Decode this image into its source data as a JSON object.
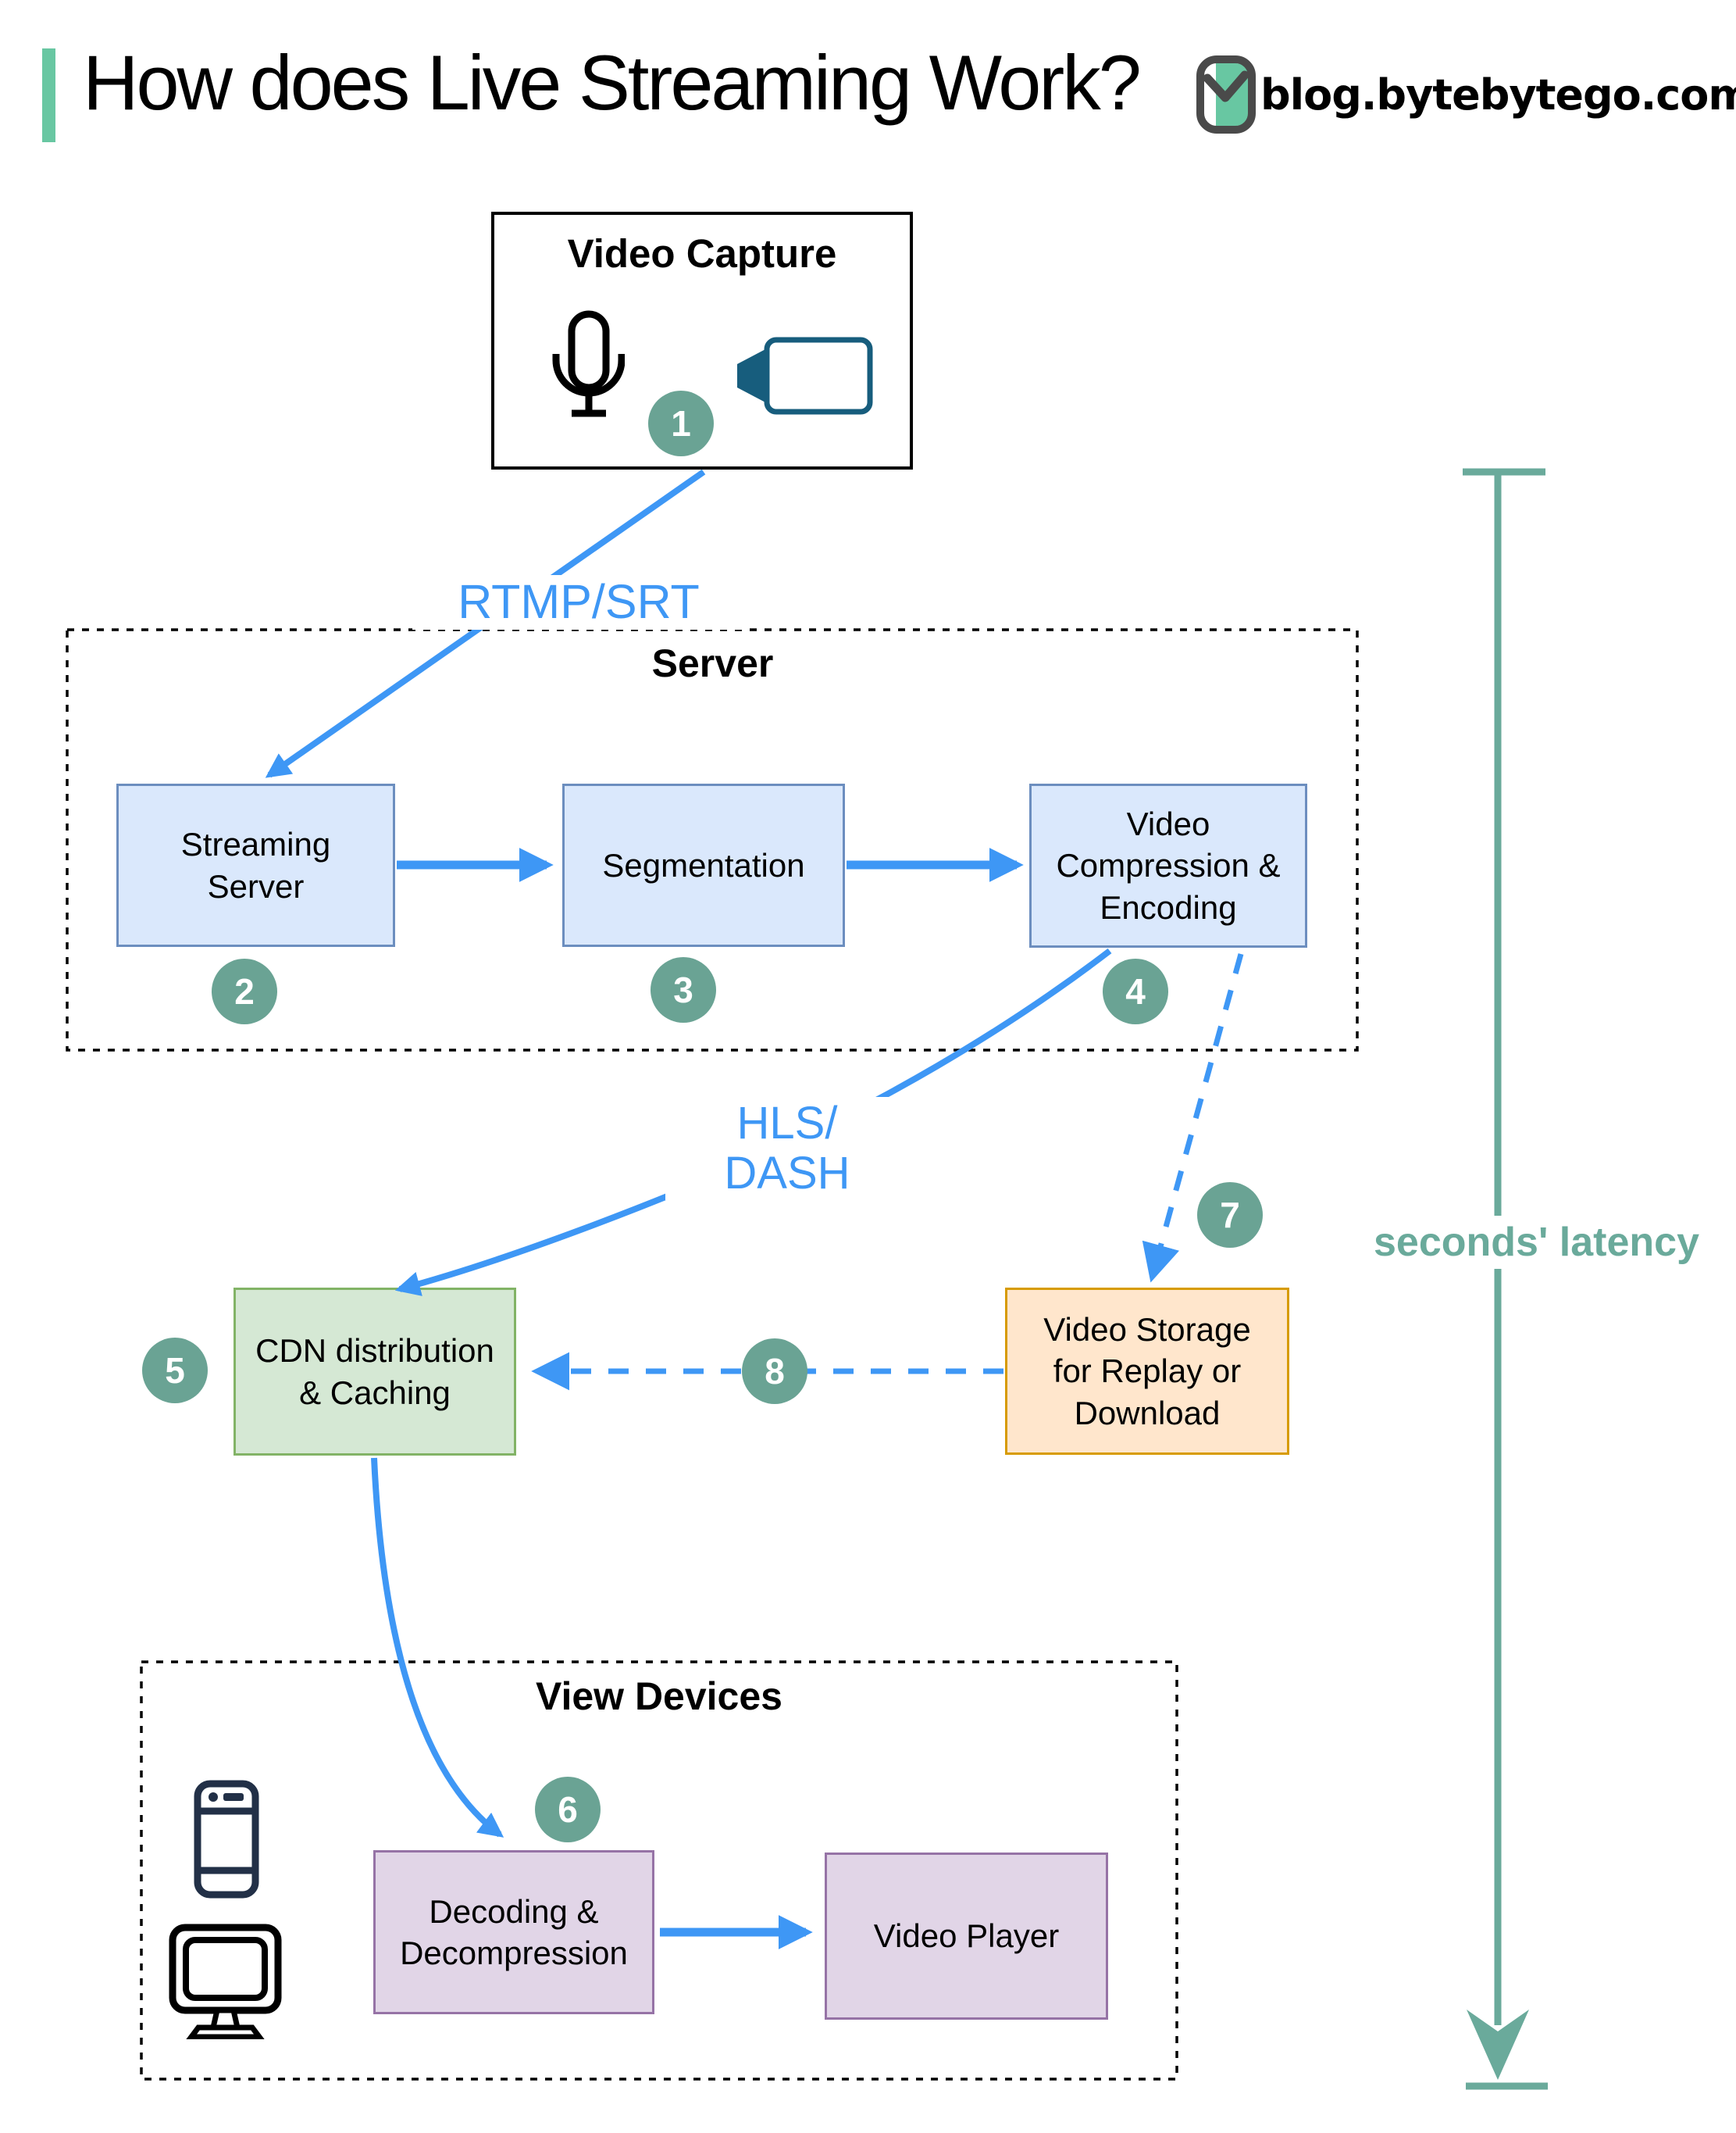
{
  "header": {
    "title": "How does Live Streaming Work?",
    "site": "blog.bytebytego.com"
  },
  "sections": {
    "video_capture": "Video Capture",
    "server": "Server",
    "view_devices": "View Devices"
  },
  "nodes": {
    "streaming_server": "Streaming\nServer",
    "segmentation": "Segmentation",
    "compression": "Video\nCompression &\nEncoding",
    "cdn": "CDN distribution\n& Caching",
    "storage": "Video Storage\nfor Replay or\nDownload",
    "decoding": "Decoding &\nDecompression",
    "video_player": "Video Player"
  },
  "edges": {
    "rtmp": "RTMP/SRT",
    "hls": "HLS/\nDASH"
  },
  "latency_label": "seconds' latency",
  "steps": [
    "1",
    "2",
    "3",
    "4",
    "5",
    "6",
    "7",
    "8"
  ],
  "icons": [
    "mic-icon",
    "video-camera-icon",
    "phone-icon",
    "monitor-icon",
    "bytebytego-logo-icon"
  ],
  "colors": {
    "accent_green": "#68c7a2",
    "flow_blue": "#3e97f5",
    "step_teal": "#6aa394",
    "latency_teal": "#6aaa9b",
    "box_blue_fill": "#dae8fc",
    "box_blue_stroke": "#6c8ebf",
    "box_green_fill": "#d5e8d4",
    "box_green_stroke": "#82b366",
    "box_orange_fill": "#ffe6cc",
    "box_orange_stroke": "#d79b00",
    "box_purple_fill": "#e1d5e7",
    "box_purple_stroke": "#9673a6"
  }
}
